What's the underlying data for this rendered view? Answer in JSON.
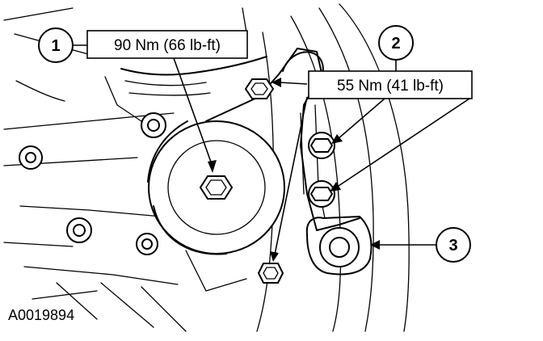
{
  "callouts": [
    {
      "number": "1"
    },
    {
      "number": "2"
    },
    {
      "number": "3"
    }
  ],
  "torque_labels": [
    {
      "text": "90 Nm (66 lb-ft)"
    },
    {
      "text": "55 Nm (41 lb-ft)"
    }
  ],
  "figure_id": "A0019894",
  "colors": {
    "ink": "#000000",
    "paper": "#ffffff"
  }
}
